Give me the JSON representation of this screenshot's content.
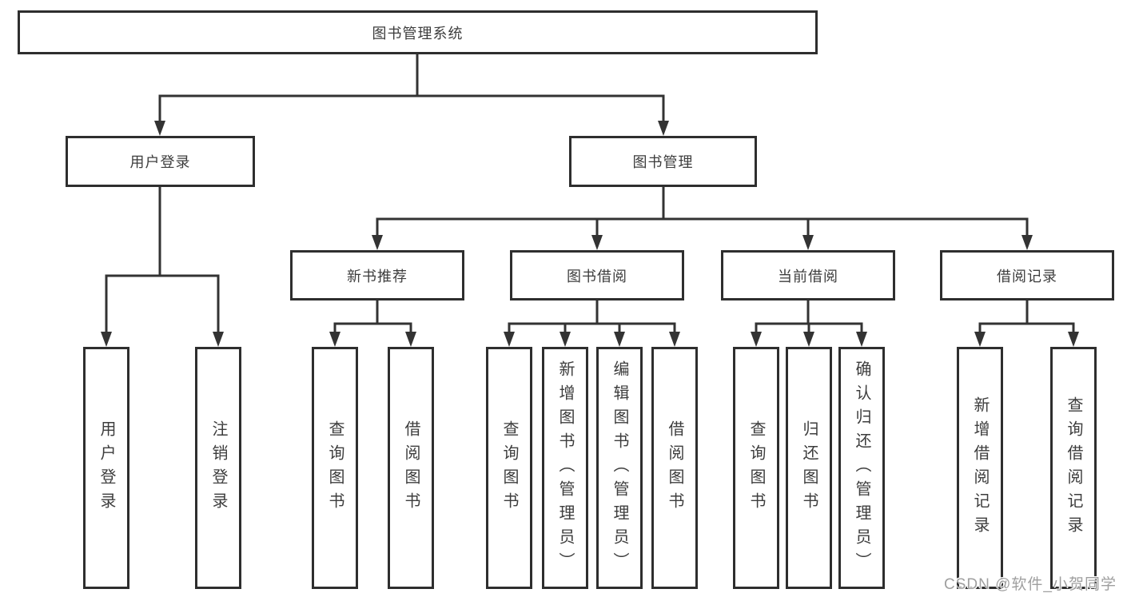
{
  "tree": {
    "label": "图书管理系统",
    "children": [
      {
        "label": "用户登录",
        "children": [
          {
            "label": "用户登录"
          },
          {
            "label": "注销登录"
          }
        ]
      },
      {
        "label": "图书管理",
        "children": [
          {
            "label": "新书推荐",
            "children": [
              {
                "label": "查询图书"
              },
              {
                "label": "借阅图书"
              }
            ]
          },
          {
            "label": "图书借阅",
            "children": [
              {
                "label": "查询图书"
              },
              {
                "label": "新增图书（管理员）"
              },
              {
                "label": "编辑图书（管理员）"
              },
              {
                "label": "借阅图书"
              }
            ]
          },
          {
            "label": "当前借阅",
            "children": [
              {
                "label": "查询图书"
              },
              {
                "label": "归还图书"
              },
              {
                "label": "确认归还（管理员）"
              }
            ]
          },
          {
            "label": "借阅记录",
            "children": [
              {
                "label": "新增借阅记录"
              },
              {
                "label": "查询借阅记录"
              }
            ]
          }
        ]
      }
    ]
  },
  "watermark": {
    "text": "CSDN @软件_小贺同学"
  },
  "colors": {
    "line": "#333333",
    "box_border": "#2e2e2e",
    "box_fill": "#ffffff",
    "text": "#3d3d3d",
    "watermark": "#9f9f9f",
    "background": "#ffffff"
  }
}
